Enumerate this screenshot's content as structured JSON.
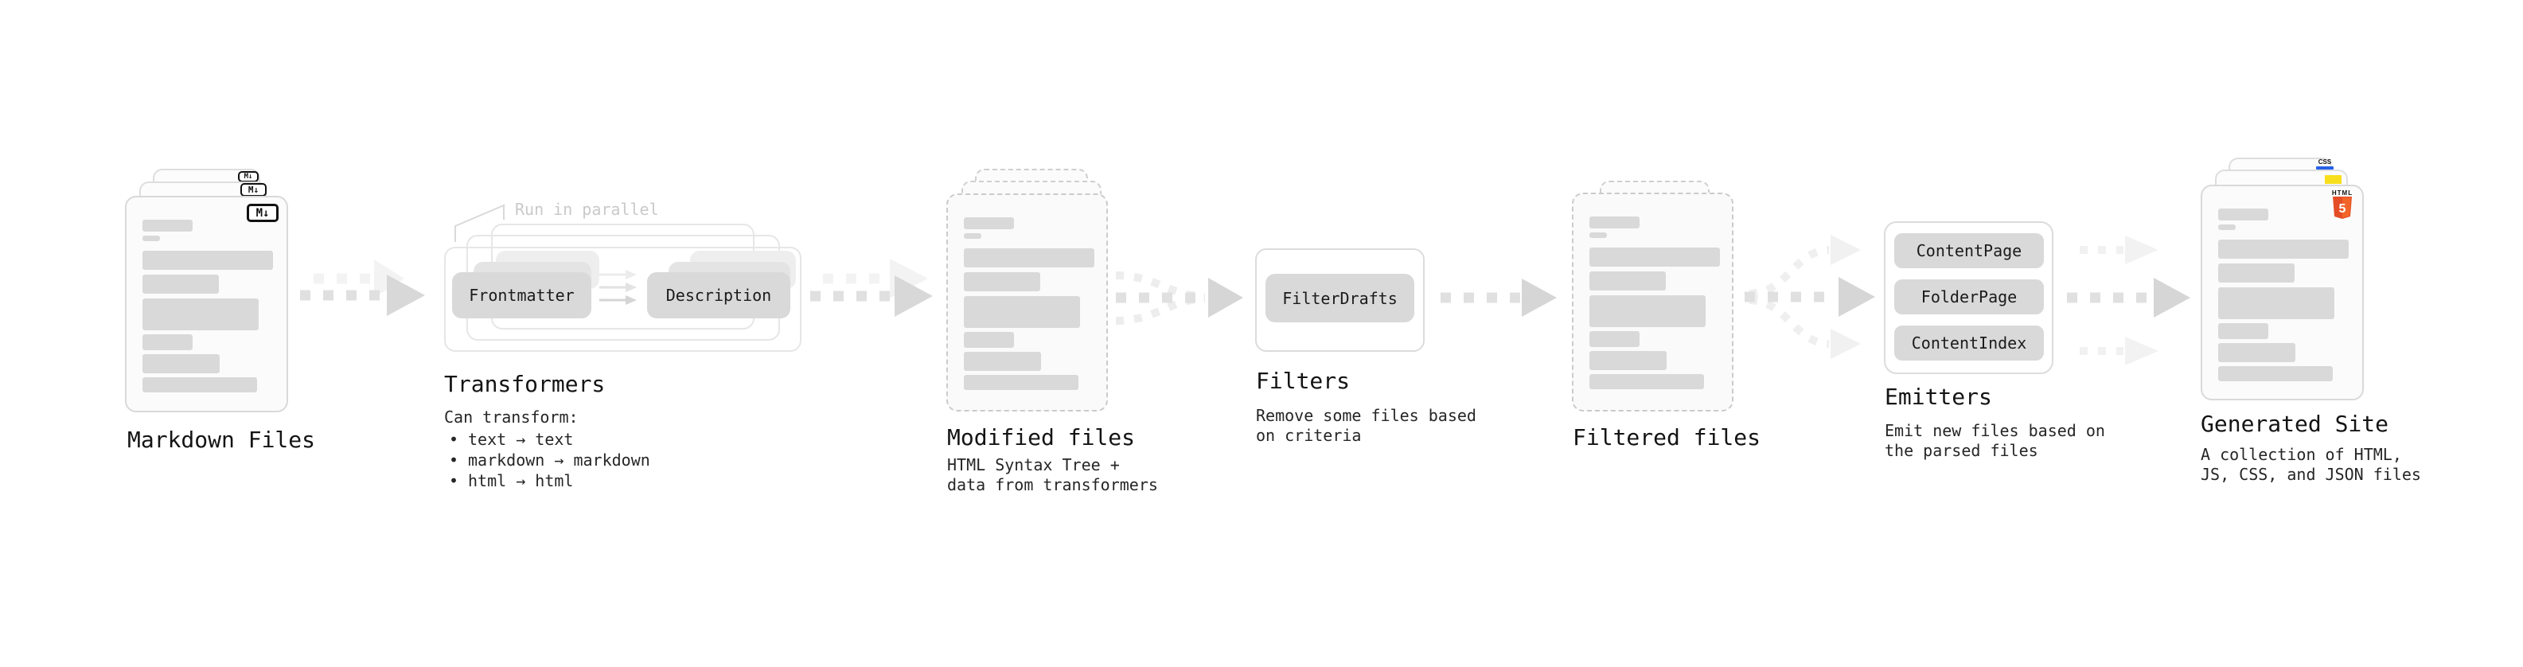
{
  "stages": {
    "markdown_files": {
      "label": "Markdown Files",
      "badge": "M↓"
    },
    "transformers": {
      "label": "Transformers",
      "annotation": "Run in parallel",
      "steps": [
        "Frontmatter",
        "Description"
      ],
      "desc_title": "Can transform:",
      "bullet_char": "•",
      "bullets": [
        "text → text",
        "markdown → markdown",
        "html → html"
      ]
    },
    "modified_files": {
      "label": "Modified files",
      "desc": [
        "HTML Syntax Tree +",
        "data from transformers"
      ]
    },
    "filters": {
      "label": "Filters",
      "steps": [
        "FilterDrafts"
      ],
      "desc": [
        "Remove some files based",
        "on criteria"
      ]
    },
    "filtered_files": {
      "label": "Filtered files"
    },
    "emitters": {
      "label": "Emitters",
      "steps": [
        "ContentPage",
        "FolderPage",
        "ContentIndex"
      ],
      "desc": [
        "Emit new files based on",
        "the parsed files"
      ]
    },
    "generated_site": {
      "label": "Generated Site",
      "desc": [
        "A collection of HTML,",
        "JS, CSS, and JSON files"
      ],
      "badges": {
        "html_label": "HTML",
        "html_number": "5",
        "css_label": "CSS"
      }
    }
  },
  "colors": {
    "html5_shield": "#e44d26",
    "html5_shield_light": "#f16529",
    "js_yellow": "#f7df1e",
    "css_blue": "#2760e6",
    "arrow_gray": "#e0e0e0",
    "arrow_head_gray": "#d6d6d6",
    "card_border": "#d9d9d9",
    "bar_gray": "#d9d9d9"
  }
}
